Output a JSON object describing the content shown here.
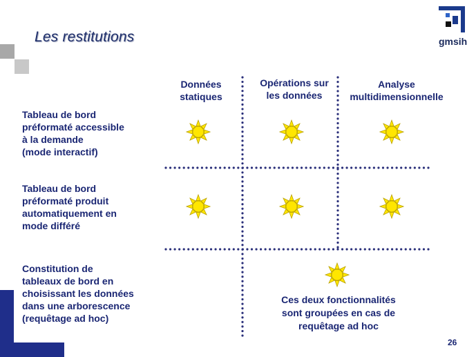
{
  "slide": {
    "title": "Les restitutions",
    "page_number": "26"
  },
  "logo": {
    "text": "gmsih",
    "colors": {
      "dark": "#1b3a8c",
      "light": "#2e63c7",
      "square": "#111111"
    }
  },
  "columns": [
    {
      "label": "Données statiques",
      "lines": [
        "Données",
        "statiques"
      ]
    },
    {
      "label": "Opérations sur les données",
      "lines": [
        "Opérations sur",
        "les données"
      ]
    },
    {
      "label": "Analyse multidimensionnelle",
      "lines": [
        "Analyse",
        "multidimensionnelle"
      ]
    }
  ],
  "rows": [
    {
      "lines": [
        "Tableau de bord",
        "préformaté accessible",
        "à la demande",
        "(mode interactif)"
      ]
    },
    {
      "lines": [
        "Tableau de bord",
        "préformaté produit",
        "automatiquement en",
        "mode différé"
      ]
    },
    {
      "lines": [
        "Constitution de",
        "tableaux de bord en",
        "choisissant les données",
        "dans une arborescence",
        "(requêtage ad hoc)"
      ]
    }
  ],
  "note": {
    "lines": [
      "Ces deux fonctionnalités",
      "sont groupées en cas de",
      "requêtage ad hoc"
    ]
  },
  "icons": {
    "cell_icon": "sun-icon"
  },
  "colors": {
    "text": "#1a2673",
    "dots": "#2a2f7a",
    "sun_fill": "#ffe600",
    "sun_stroke": "#b8a000",
    "accent_bar": "#1f2e8a",
    "gray_square": "#b8b8b8"
  }
}
